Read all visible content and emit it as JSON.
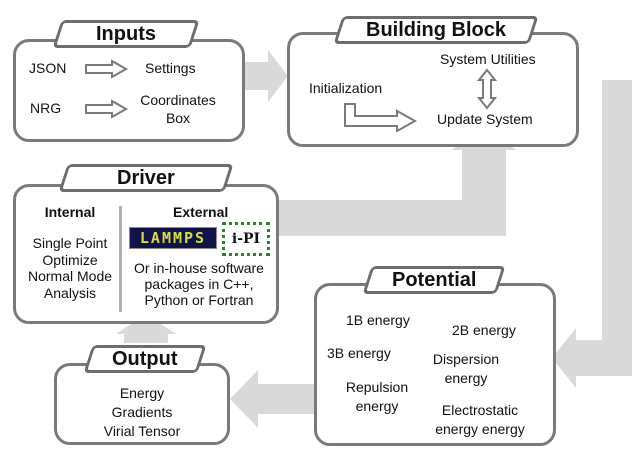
{
  "inputs": {
    "title": "Inputs",
    "json": "JSON",
    "settings": "Settings",
    "nrg": "NRG",
    "coordinates_box": [
      "Coordinates",
      "Box"
    ]
  },
  "building_block": {
    "title": "Building Block",
    "system_utilities": "System Utilities",
    "initialization": "Initialization",
    "update_system": "Update System"
  },
  "driver": {
    "title": "Driver",
    "internal_heading": "Internal",
    "internal_items": [
      "Single Point",
      "Optimize",
      "Normal Mode",
      "Analysis"
    ],
    "external_heading": "External",
    "lammps_logo": "LAMMPS",
    "ipi_logo": "i-PI",
    "external_note": [
      "Or in-house software",
      "packages in C++,",
      "Python or Fortran"
    ]
  },
  "potential": {
    "title": "Potential",
    "energies": {
      "one_b": "1B energy",
      "two_b": "2B energy",
      "three_b": "3B energy",
      "dispersion": [
        "Dispersion",
        "energy"
      ],
      "repulsion": [
        "Repulsion",
        "energy"
      ],
      "electrostatic": [
        "Electrostatic",
        "energy energy"
      ]
    }
  },
  "output": {
    "title": "Output",
    "items": [
      "Energy",
      "Gradients",
      "Virial Tensor"
    ]
  },
  "colors": {
    "flow_arrow": "#d9d9d9",
    "box_border": "#7a7a7a",
    "small_arrow_border": "#7a7a7a"
  }
}
